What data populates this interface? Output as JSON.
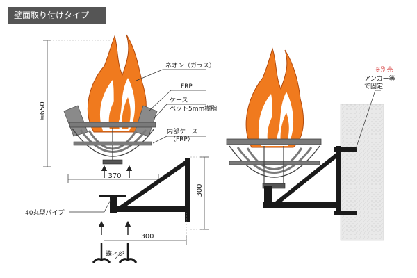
{
  "title": "壁面取り付けタイプ",
  "labels": {
    "neon": "ネオン（ガラス）",
    "frp": "FRP",
    "case": "ケース",
    "case_material": "ペット5mm樹脂",
    "inner_case": "内部ケース",
    "inner_case_material": "（FRP）",
    "pipe": "40丸型パイプ",
    "wing_screw": "蝶ネジ",
    "sold_separately": "※別売",
    "anchor": "アンカー等",
    "anchor_fix": "で固定"
  },
  "dimensions": {
    "height": "≒650",
    "width": "370",
    "bracket_height": "300",
    "bracket_depth": "300"
  },
  "colors": {
    "flame_outer": "#f07a1e",
    "flame_inner": "#ffffff",
    "basket": "#7a7a7a",
    "bracket": "#1a1a1a",
    "wall": "#e6e6e6",
    "note_red": "#d84a4a"
  }
}
